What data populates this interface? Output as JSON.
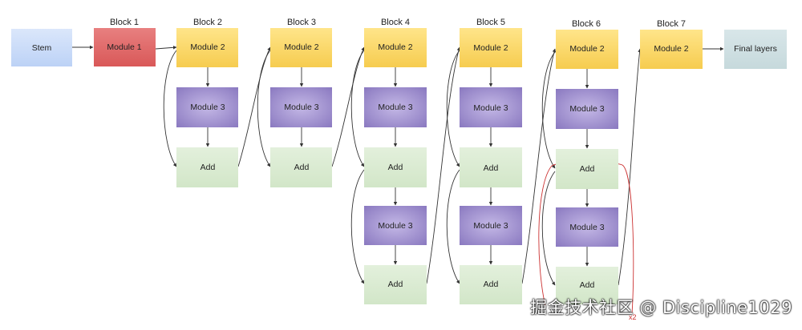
{
  "blocks": {
    "b1": "Block 1",
    "b2": "Block 2",
    "b3": "Block 3",
    "b4": "Block 4",
    "b5": "Block 5",
    "b6": "Block 6",
    "b7": "Block 7"
  },
  "nodes": {
    "stem": "Stem",
    "module1": "Module 1",
    "module2": "Module 2",
    "module3": "Module 3",
    "add": "Add",
    "final": "Final layers"
  },
  "repeat_note": "x2",
  "watermark": "掘金技术社区 @ Discipline1029",
  "colors": {
    "stem": "#c9daf8",
    "module1": "#e06666",
    "module2": "#ffd966",
    "module3": "#8e7cc3",
    "add": "#d9ead3",
    "final": "#d0e0e3",
    "repeat": "#cc3333"
  }
}
